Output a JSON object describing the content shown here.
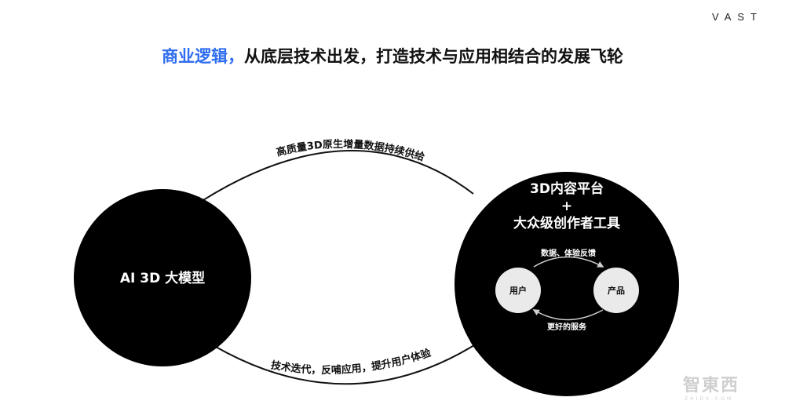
{
  "logo": "VAST",
  "title": {
    "accent": "商业逻辑",
    "separator": "，",
    "rest": "从底层技术出发，打造技术与应用相结合的发展飞轮"
  },
  "model_node": {
    "label": "AI 3D 大模型"
  },
  "platform_node": {
    "line1": "3D内容平台",
    "line2": "+",
    "line3": "大众级创作者工具"
  },
  "top_arc_label": "高质量3D原生增量数据持续供给",
  "bottom_arc_label": "技术迭代，反哺应用，提升用户体验",
  "inner_loop": {
    "user_label": "用户",
    "product_label": "产品",
    "top_label": "数据、体验反馈",
    "bottom_label": "更好的服务"
  },
  "watermark": {
    "main": "智東西",
    "sub": "ZHIDX.COM"
  },
  "colors": {
    "accent": "#2f6df0",
    "node": "#000000",
    "pill": "#eaeaea"
  }
}
